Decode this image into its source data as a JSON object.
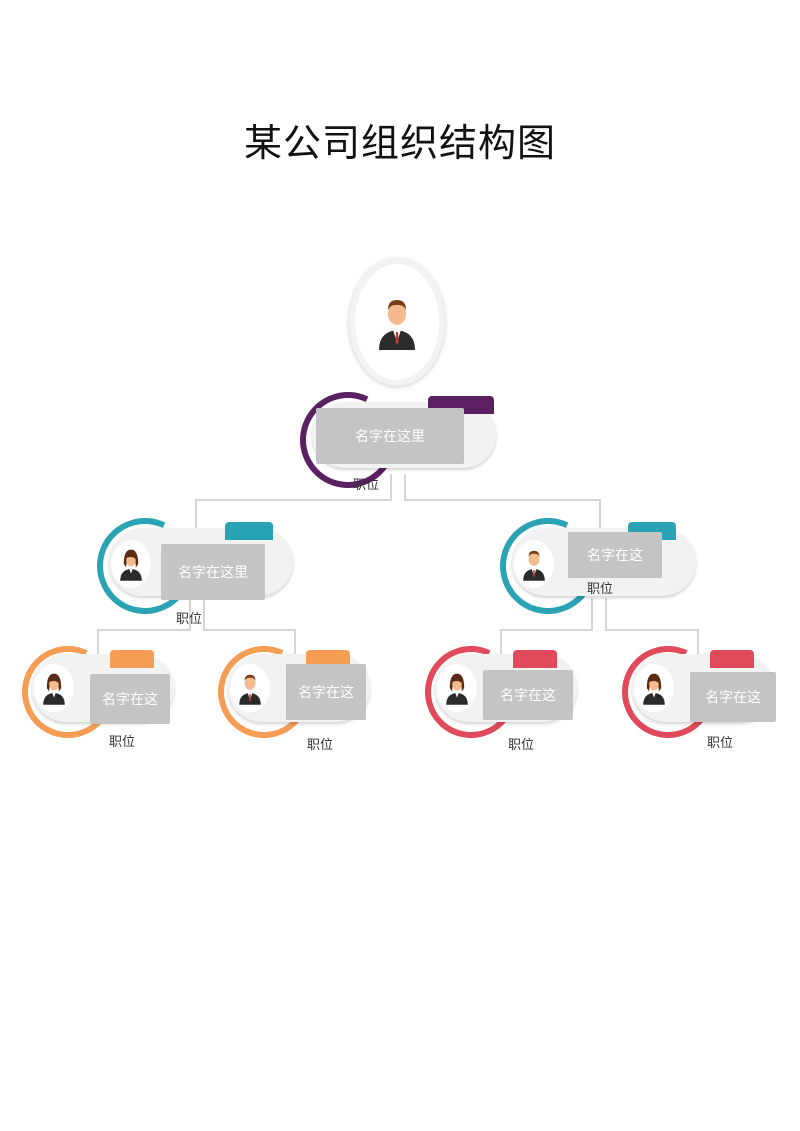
{
  "title": "某公司组织结构图",
  "colors": {
    "purple": "#5b2061",
    "teal": "#2aa4b4",
    "orange": "#f59d55",
    "red": "#e14a5a",
    "line": "#d5d5d5",
    "namebox": "#c4c4c4"
  },
  "top": {
    "name": "名字在这里",
    "role": "职位",
    "avatar": "male-avatar-icon"
  },
  "level2": [
    {
      "name": "名字在这里",
      "role": "职位",
      "avatar": "female-avatar-icon",
      "color": "teal"
    },
    {
      "name": "名字在这",
      "role": "职位",
      "avatar": "male-avatar-icon",
      "color": "teal"
    }
  ],
  "level3": [
    {
      "name": "名字在这",
      "role": "职位",
      "avatar": "female-avatar-icon",
      "color": "orange"
    },
    {
      "name": "名字在这",
      "role": "职位",
      "avatar": "male-avatar-icon",
      "color": "orange"
    },
    {
      "name": "名字在这",
      "role": "职位",
      "avatar": "female-avatar-icon",
      "color": "red"
    },
    {
      "name": "名字在这",
      "role": "职位",
      "avatar": "female-avatar-icon",
      "color": "red"
    }
  ]
}
